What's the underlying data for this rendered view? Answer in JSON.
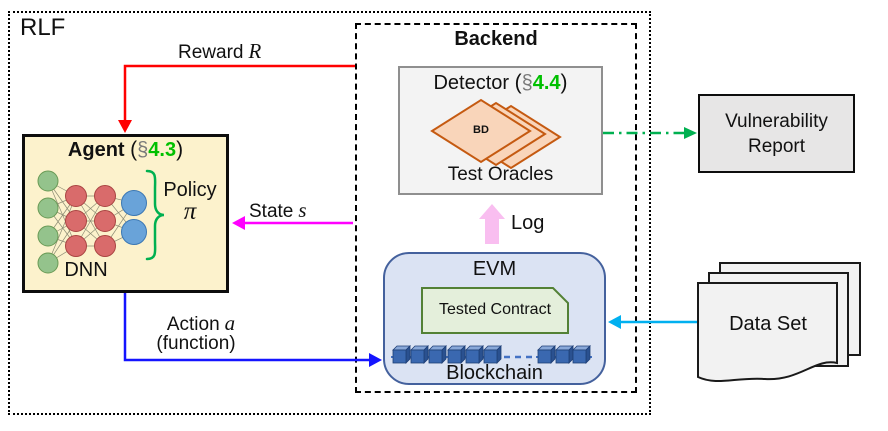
{
  "rlf": {
    "label": "RLF"
  },
  "backend": {
    "label": "Backend"
  },
  "agent": {
    "title": "Agent",
    "paren_open": "(",
    "section_mark": "§",
    "section_number": "4.3",
    "paren_close": ")",
    "policy_label": "Policy",
    "policy_symbol": "π",
    "dnn_label": "DNN"
  },
  "detector": {
    "title": "Detector",
    "paren_open": "(",
    "section_mark": "§",
    "section_number": "4.4",
    "paren_close": ")",
    "bd_label": "BD",
    "oracles_label": "Test Oracles"
  },
  "evm": {
    "title": "EVM",
    "contract_label": "Tested Contract",
    "blockchain_label": "Blockchain"
  },
  "report": {
    "line1": "Vulnerability",
    "line2": "Report"
  },
  "dataset": {
    "label": "Data Set"
  },
  "arrows": {
    "reward_label": "Reward",
    "reward_symbol": "R",
    "state_label": "State",
    "state_symbol": "s",
    "action_label": "Action",
    "action_symbol": "a",
    "action_note": "(function)",
    "log_label": "Log"
  },
  "colors": {
    "reward_arrow": "#ff0000",
    "state_arrow": "#ff00ff",
    "action_arrow": "#1414ff",
    "log_arrow": "#f9bef0",
    "report_arrow": "#00b050",
    "dataset_arrow": "#00b0f0",
    "section_green": "#00c000",
    "agent_fill": "#fcf2cc",
    "evm_fill": "#dbe3f3",
    "evm_border": "#44619d",
    "contract_fill": "#e4efdb",
    "contract_border": "#538135",
    "diamond_fill": "#f9d5ba",
    "diamond_border": "#c55a11",
    "report_fill": "#e7e6e6",
    "detector_fill": "#f3f3f3",
    "page_fill": "#f2f2f2"
  }
}
